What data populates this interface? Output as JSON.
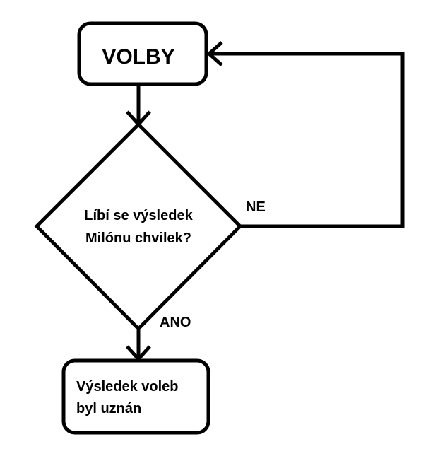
{
  "diagram": {
    "start": {
      "label": "VOLBY"
    },
    "decision": {
      "lines": [
        "Líbí se výsledek",
        "Milónu chvilek?"
      ]
    },
    "branch_no": {
      "label": "NE"
    },
    "branch_yes": {
      "label": "ANO"
    },
    "end": {
      "lines": [
        "Výsledek voleb",
        "byl uznán"
      ]
    }
  },
  "colors": {
    "stroke": "#000000",
    "background": "#ffffff"
  }
}
